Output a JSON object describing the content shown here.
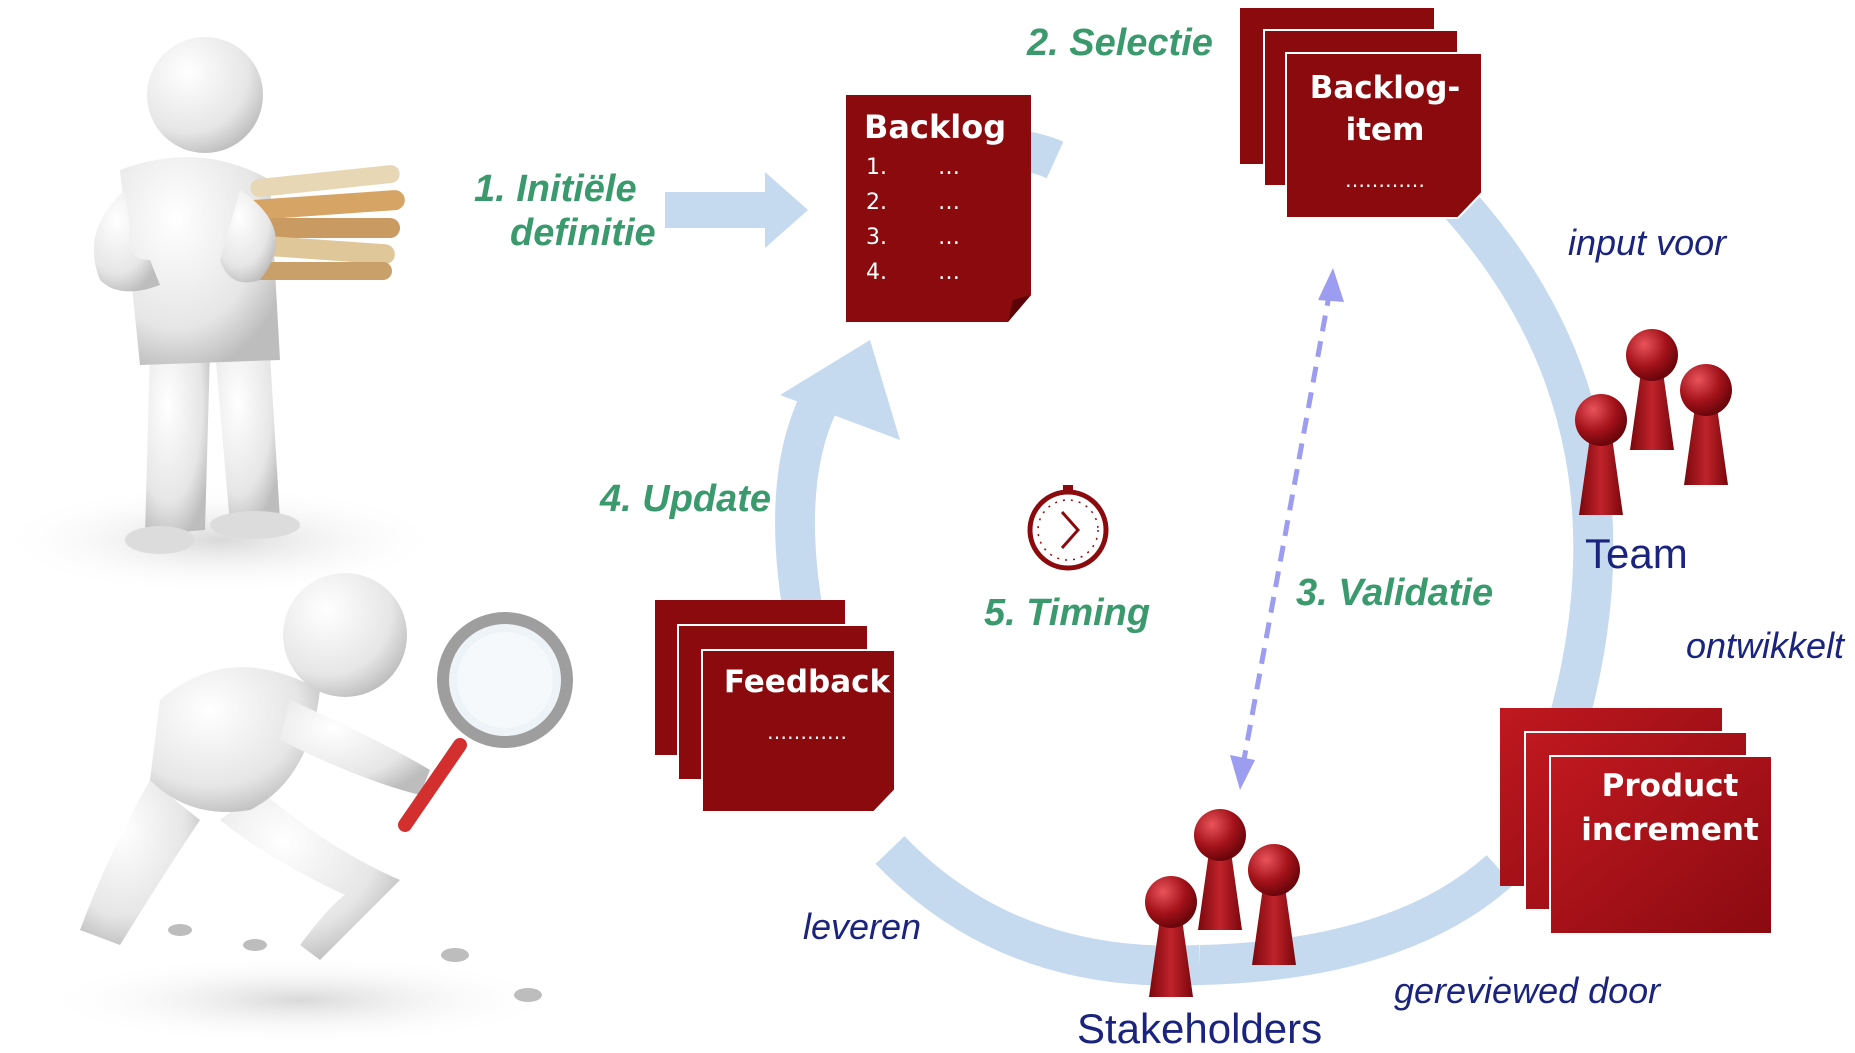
{
  "steps": {
    "step1_line1": "1. Initiële",
    "step1_line2": "definitie",
    "step2": "2. Selectie",
    "step3": "3. Validatie",
    "step4": "4. Update",
    "step5": "5. Timing"
  },
  "relations": {
    "input_voor": "input voor",
    "ontwikkelt": "ontwikkelt",
    "gereviewed_door": "gereviewed door",
    "leveren": "leveren"
  },
  "actors": {
    "team": "Team",
    "stakeholders": "Stakeholders"
  },
  "backlog": {
    "title": "Backlog",
    "items": [
      {
        "num": "1.",
        "text": "…"
      },
      {
        "num": "2.",
        "text": "…"
      },
      {
        "num": "3.",
        "text": "…"
      },
      {
        "num": "4.",
        "text": "…"
      }
    ]
  },
  "backlog_item": {
    "line1": "Backlog-",
    "line2": "item",
    "dots": "…………"
  },
  "feedback": {
    "title": "Feedback",
    "dots": "…………"
  },
  "product_increment": {
    "line1": "Product",
    "line2": "increment"
  },
  "colors": {
    "card": "#8b0a0e",
    "arrow": "#c5d9ef",
    "step_text": "#3a9a6e",
    "relation_text": "#1a237e",
    "validation_arrow": "#9c9cf0"
  },
  "icons": [
    "person-with-scrolls-icon",
    "person-with-magnifier-icon",
    "clock-icon",
    "team-figures-icon",
    "stakeholder-figures-icon"
  ]
}
